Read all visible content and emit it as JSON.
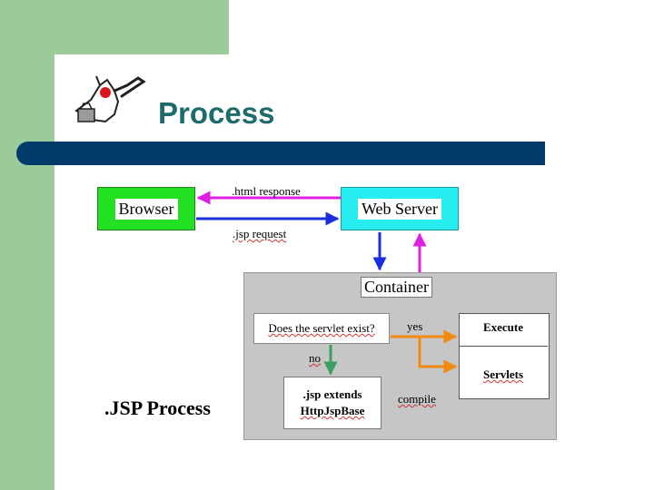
{
  "slide": {
    "title": "Process",
    "caption": ".JSP Process"
  },
  "diagram": {
    "browser": "Browser",
    "web_server": "Web Server",
    "html_response": ".html response",
    "jsp_request": ".jsp request",
    "container": "Container",
    "question": "Does the servlet exist?",
    "yes": "yes",
    "no": "no",
    "execute": "Execute",
    "servlets": "Servlets",
    "jsp_extends_line1": ".jsp extends",
    "jsp_extends_line2": "HttpJspBase",
    "compile": "compile"
  },
  "colors": {
    "magenta_arrow": "#e020e0",
    "blue_arrow": "#1a2ee0",
    "orange_arrow": "#f08a10",
    "green_arrow": "#3aa060",
    "title_bar": "#003b6b",
    "sidebar_green": "#9bcb98"
  },
  "icons": {
    "logo": "duke-mascot-icon"
  }
}
